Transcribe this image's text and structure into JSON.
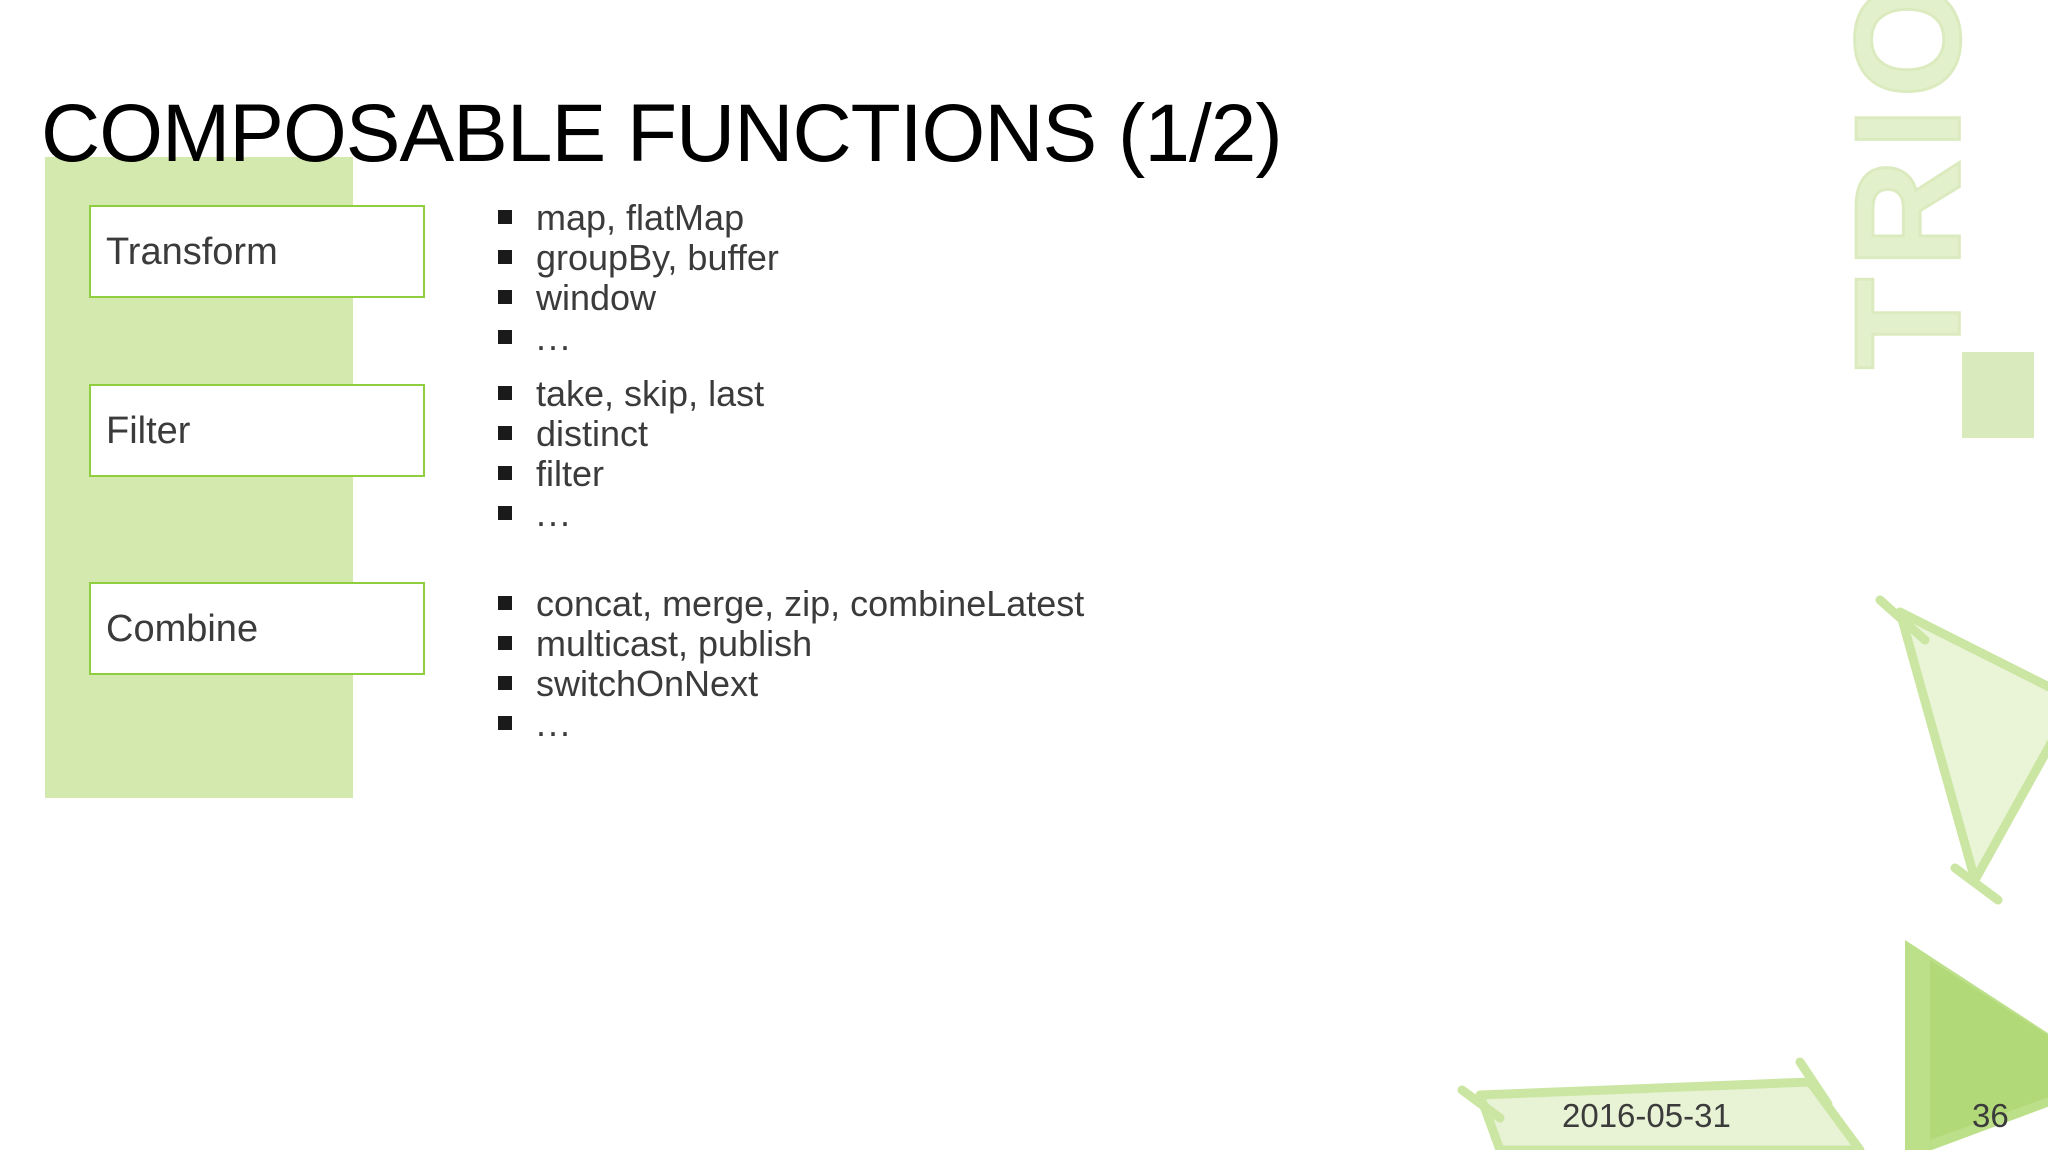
{
  "slide": {
    "title": "COMPOSABLE FUNCTIONS (1/2)",
    "watermark": "TRION",
    "categories": [
      {
        "label": "Transform"
      },
      {
        "label": "Filter"
      },
      {
        "label": "Combine"
      }
    ],
    "bullet_groups": [
      {
        "category": "Transform",
        "items": [
          "map, flatMap",
          "groupBy, buffer",
          "window",
          "..."
        ]
      },
      {
        "category": "Filter",
        "items": [
          "take, skip, last",
          "distinct",
          "filter",
          "..."
        ]
      },
      {
        "category": "Combine",
        "items": [
          "concat, merge, zip, combineLatest",
          "multicast, publish",
          "switchOnNext",
          "..."
        ]
      }
    ],
    "footer": {
      "date": "2016-05-31",
      "page_number": "36"
    },
    "colors": {
      "panel_green": "#d4e9ae",
      "box_border_green": "#8ece3f",
      "watermark_green": "#e3f0cc",
      "text_dark": "#3b3b3b",
      "title_black": "#000000",
      "background": "#ffffff"
    }
  }
}
